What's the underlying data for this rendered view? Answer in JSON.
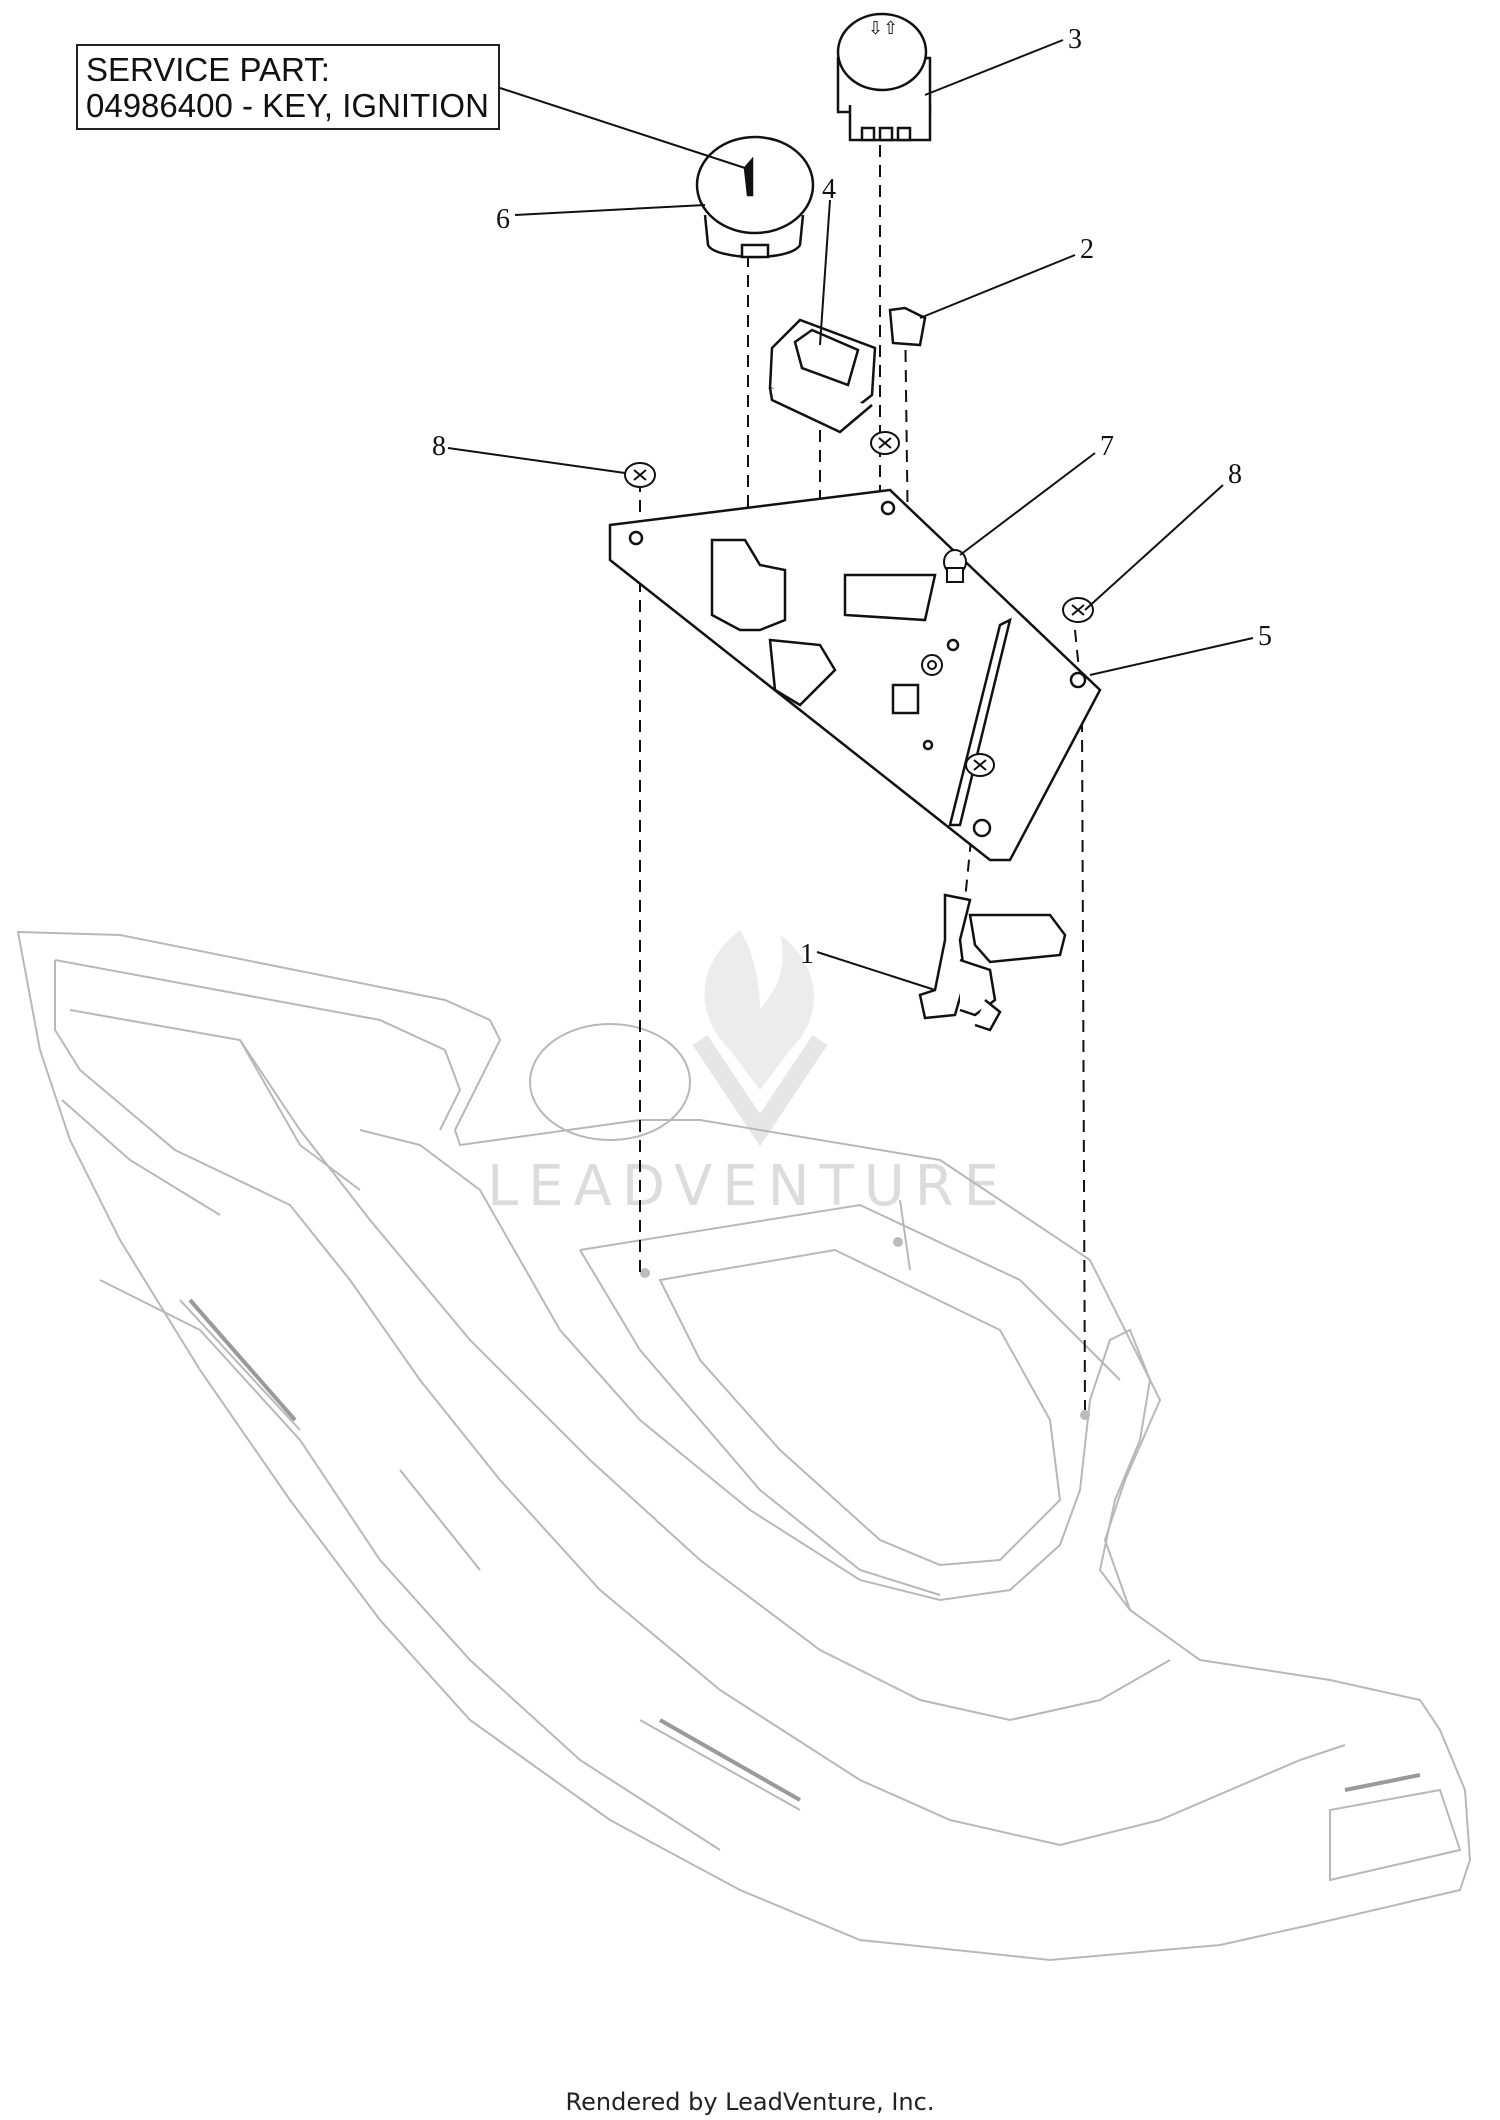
{
  "service_part": {
    "line1": "SERVICE PART:",
    "line2": "04986400 - KEY, IGNITION"
  },
  "callouts": [
    "1",
    "2",
    "3",
    "4",
    "5",
    "6",
    "7",
    "8",
    "8"
  ],
  "watermark": "LEADVENTURE",
  "footer": "Rendered by LeadVenture, Inc."
}
